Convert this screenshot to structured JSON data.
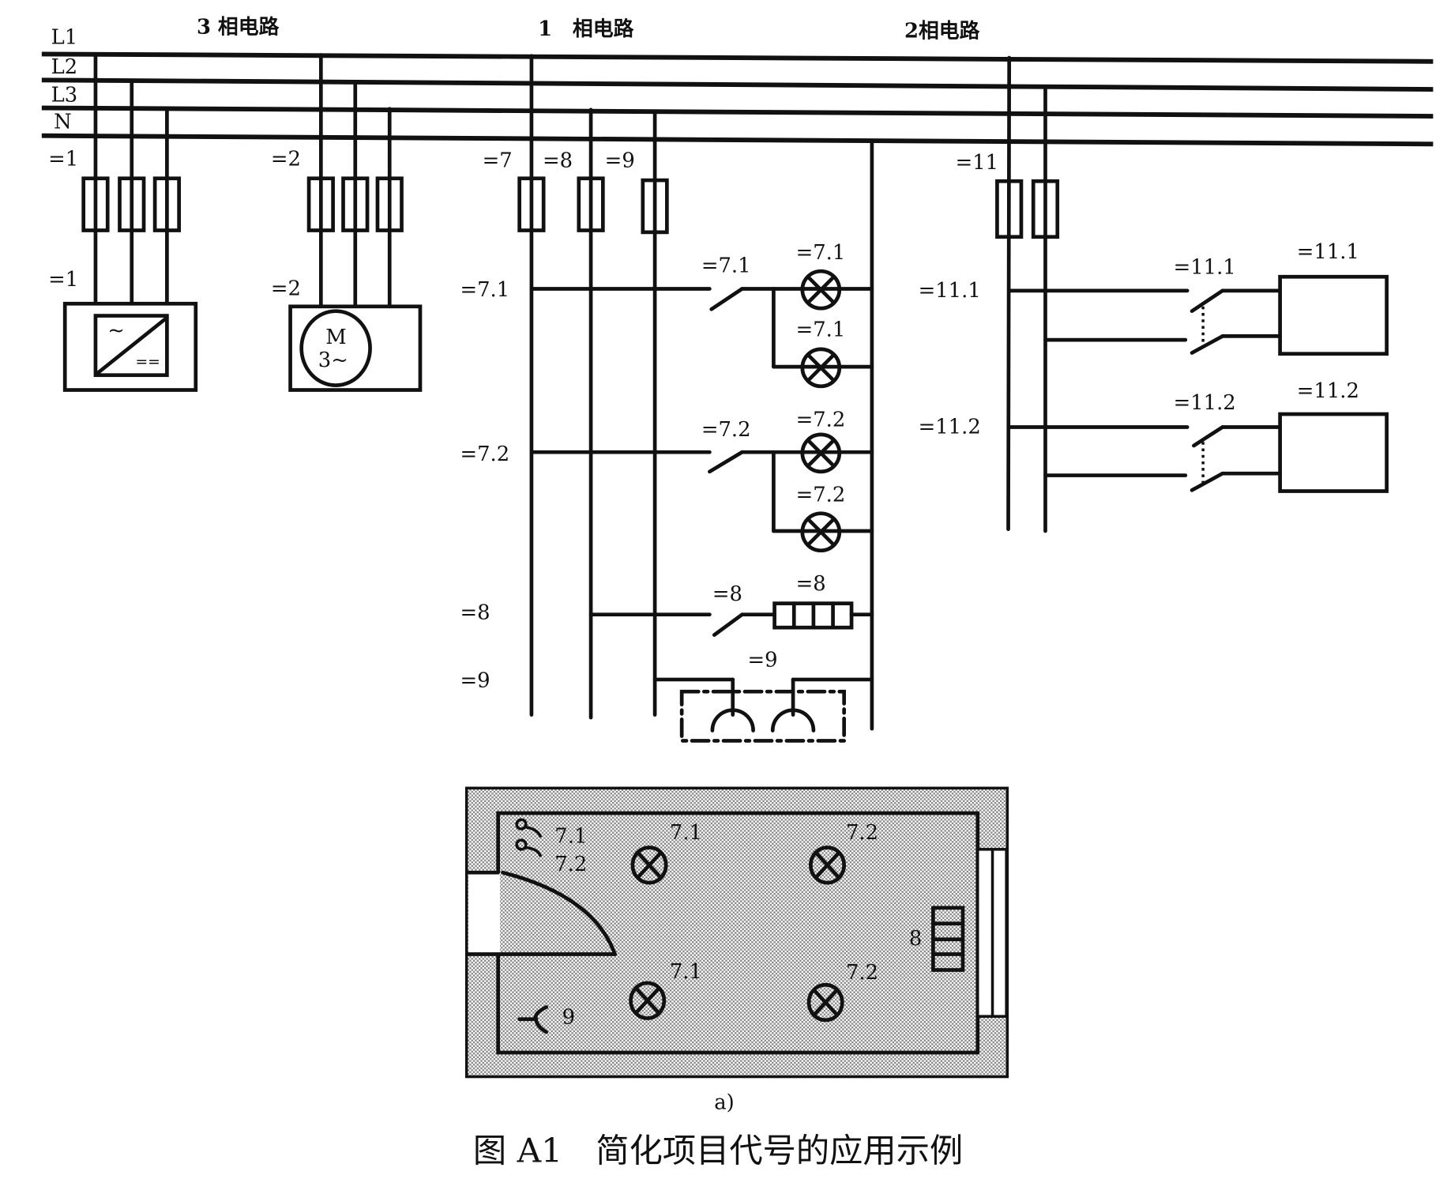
{
  "bus_labels": [
    "L1",
    "L2",
    "L3",
    "N"
  ],
  "headers": {
    "three_phase": "3 相电路",
    "one_phase": "1　相电路",
    "two_phase": "2相电路"
  },
  "circuit1": {
    "fuse_label": "=1",
    "device_label": "=1",
    "device_symbols": {
      "ac": "~",
      "dc": "=="
    }
  },
  "circuit2": {
    "fuse_label": "=2",
    "device_label": "=2",
    "motor_m": "M",
    "motor_phase": "3~"
  },
  "circuit_one_phase": {
    "fuse_labels": [
      "=7",
      "=8",
      "=9"
    ],
    "row_labels": [
      "=7.1",
      "=7.2",
      "=8",
      "=9"
    ],
    "switch_labels": [
      "=7.1",
      "=7.2",
      "=8"
    ],
    "lamp_labels": [
      "=7.1",
      "=7.1",
      "=7.2",
      "=7.2"
    ],
    "heater_label": "=8",
    "socket_label": "=9"
  },
  "circuit11": {
    "fuse_label": "=11",
    "row_labels": [
      "=11.1",
      "=11.2"
    ],
    "switch_labels": [
      "=11.1",
      "=11.2"
    ],
    "load_labels": [
      "=11.1",
      "=11.2"
    ]
  },
  "floorplan": {
    "switch_labels": [
      "7.1",
      "7.2"
    ],
    "lamp_labels": [
      "7.1",
      "7.2",
      "7.1",
      "7.2"
    ],
    "heater_label": "8",
    "socket_label": "9"
  },
  "subcaption": "a)",
  "caption": "图 A1　简化项目代号的应用示例",
  "colors": {
    "ink": "#111111",
    "wall_hatch": "#9a9a9a"
  }
}
